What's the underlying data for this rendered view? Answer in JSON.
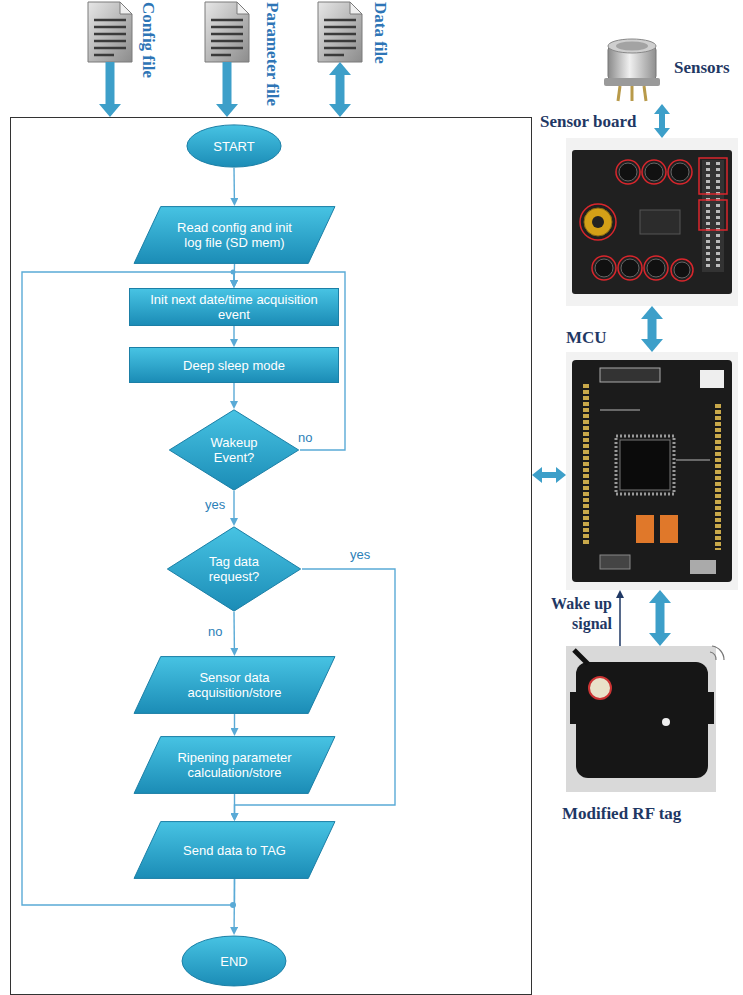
{
  "diagram": {
    "nodes": [
      {
        "text": [
          "Config file"
        ]
      },
      {
        "text": [
          "Parameter file"
        ]
      },
      {
        "text": [
          "Data file"
        ]
      },
      {
        "text": []
      },
      {
        "text": [
          "START"
        ],
        "in": 3
      },
      {
        "text": [
          "Read config and init log file (SD mem)"
        ],
        "in": 3
      },
      {
        "text": [
          "Init next date/time acquisition event"
        ],
        "in": 3
      },
      {
        "text": [
          "Deep sleep mode"
        ],
        "in": 3
      },
      {
        "text": [
          "Wakeup Event?"
        ],
        "in": 3
      },
      {
        "text": [
          "Tag data request?"
        ],
        "in": 3
      },
      {
        "text": [
          "Sensor data acquisition/store"
        ],
        "in": 3
      },
      {
        "text": [
          "Ripening parameter calculation/store"
        ],
        "in": 3
      },
      {
        "text": [
          "Send data to TAG"
        ],
        "in": 3
      },
      {
        "text": [
          "END"
        ],
        "in": 3
      },
      {
        "text": [
          "Sensors"
        ]
      },
      {
        "text": [
          "Sensor board"
        ]
      },
      {
        "text": [
          "MCU"
        ]
      },
      {
        "text": [
          "Modified RF tag"
        ]
      }
    ],
    "edges": [
      {
        "from": 0,
        "to": 3,
        "arrow": "to"
      },
      {
        "from": 1,
        "to": 3,
        "arrow": "to"
      },
      {
        "from": 2,
        "to": 3,
        "arrow": "both"
      },
      {
        "from": 4,
        "to": 5,
        "arrow": "to"
      },
      {
        "from": 5,
        "to": 6,
        "arrow": "to"
      },
      {
        "from": 6,
        "to": 7,
        "arrow": "to"
      },
      {
        "from": 7,
        "to": 8,
        "arrow": "to"
      },
      {
        "from": 8,
        "to": 9,
        "label": "yes",
        "arrow": "to"
      },
      {
        "from": 8,
        "to": 6,
        "label": "no",
        "arrow": "to"
      },
      {
        "from": 9,
        "to": 10,
        "label": "no",
        "arrow": "to"
      },
      {
        "from": 9,
        "to": 12,
        "label": "yes",
        "arrow": "to"
      },
      {
        "from": 10,
        "to": 11,
        "arrow": "to"
      },
      {
        "from": 11,
        "to": 12,
        "arrow": "to"
      },
      {
        "from": 12,
        "to": 6,
        "arrow": "to"
      },
      {
        "from": 12,
        "to": 13,
        "arrow": "to"
      },
      {
        "from": 3,
        "to": 16,
        "arrow": "both"
      },
      {
        "from": 14,
        "to": 15,
        "arrow": "both"
      },
      {
        "from": 15,
        "to": 16,
        "arrow": "both"
      },
      {
        "from": 17,
        "to": 16,
        "label": "Wake up signal",
        "arrow": "to"
      },
      {
        "from": 16,
        "to": 17,
        "arrow": "both"
      }
    ]
  }
}
